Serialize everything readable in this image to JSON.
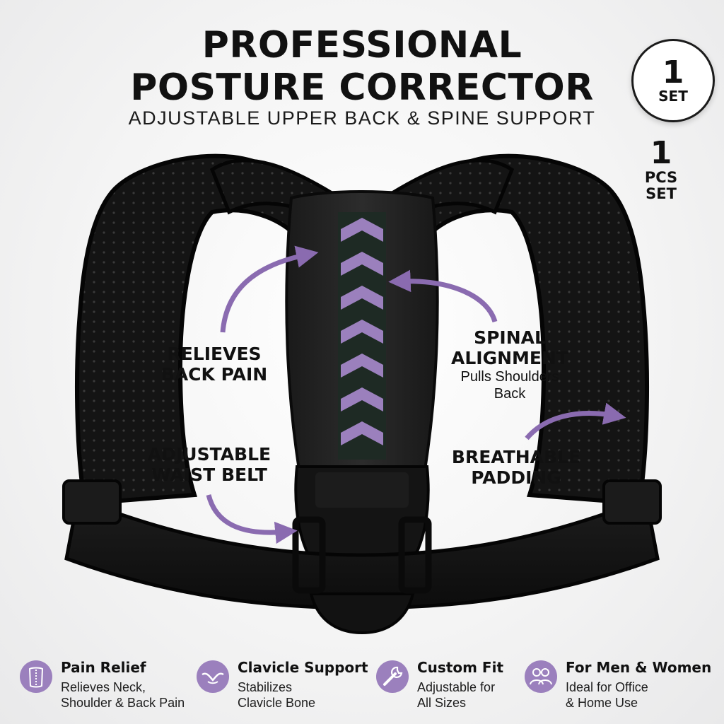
{
  "header": {
    "title_line1": "PROFESSIONAL",
    "title_line2": "POSTURE CORRECTOR",
    "subtitle": "ADJUSTABLE UPPER BACK & SPINE SUPPORT"
  },
  "badge_top": {
    "number": "1",
    "label": "SET"
  },
  "badge_side": {
    "number": "1",
    "label1": "PCS",
    "label2": "SET"
  },
  "callouts": {
    "relieves": {
      "line1": "RELIEVES",
      "line2": "BACK PAIN"
    },
    "spinal": {
      "line1": "SPINAL",
      "line2": "ALIGNMENT",
      "sub1": "Pulls Shoulders",
      "sub2": "Back"
    },
    "adjustable": {
      "line1": "ADJUSTABLE",
      "line2": "WAIST BELT"
    },
    "breathable": {
      "line1": "BREATHABLE",
      "line2": "PADDING"
    }
  },
  "features": [
    {
      "icon": "spine-icon",
      "title": "Pain Relief",
      "desc1": "Relieves Neck,",
      "desc2": "Shoulder & Back Pain"
    },
    {
      "icon": "clavicle-icon",
      "title": "Clavicle Support",
      "desc1": "Stabilizes",
      "desc2": "Clavicle Bone"
    },
    {
      "icon": "wrench-icon",
      "title": "Custom Fit",
      "desc1": "Adjustable for",
      "desc2": "All Sizes"
    },
    {
      "icon": "people-icon",
      "title": "For Men & Women",
      "desc1": "Ideal for Office",
      "desc2": "& Home Use"
    }
  ],
  "colors": {
    "accent": "#9b80bd",
    "arrow": "#8a6bb0",
    "strap": "#161616",
    "text": "#111111"
  }
}
